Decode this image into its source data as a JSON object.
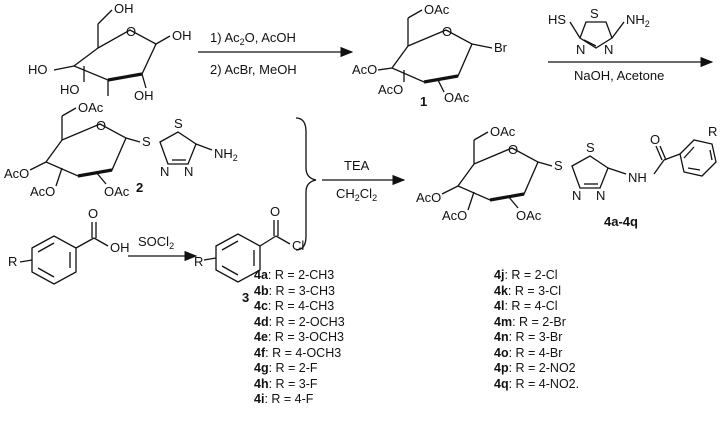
{
  "step1": {
    "cond_top": "1) Ac2O, AcOH",
    "cond_bottom": "2) AcBr, MeOH"
  },
  "step2": {
    "cond_bottom": "NaOH, Acetone"
  },
  "step3": {
    "reagent": "SOCl2"
  },
  "step4": {
    "cond_top": "TEA",
    "cond_bottom": "CH2Cl2"
  },
  "compounds": {
    "c1": {
      "label": "1"
    },
    "c2": {
      "label": "2"
    },
    "c3": {
      "label": "3"
    },
    "c4": {
      "label": "4a-4q"
    }
  },
  "substituents": {
    "left": [
      {
        "id": "4a",
        "eq": ": R = 2-CH3"
      },
      {
        "id": "4b",
        "eq": ": R = 3-CH3"
      },
      {
        "id": "4c",
        "eq": ": R = 4-CH3"
      },
      {
        "id": "4d",
        "eq": ": R = 2-OCH3"
      },
      {
        "id": "4e",
        "eq": ": R = 3-OCH3"
      },
      {
        "id": "4f",
        "eq": ": R = 4-OCH3"
      },
      {
        "id": "4g",
        "eq": ": R = 2-F"
      },
      {
        "id": "4h",
        "eq": ": R = 3-F"
      },
      {
        "id": "4i",
        "eq": ": R = 4-F"
      }
    ],
    "right": [
      {
        "id": "4j",
        "eq": ": R = 2-Cl"
      },
      {
        "id": "4k",
        "eq": ": R = 3-Cl"
      },
      {
        "id": "4l",
        "eq": ": R = 4-Cl"
      },
      {
        "id": "4m",
        "eq": ": R = 2-Br"
      },
      {
        "id": "4n",
        "eq": ": R = 3-Br"
      },
      {
        "id": "4o",
        "eq": ": R = 4-Br"
      },
      {
        "id": "4p",
        "eq": ": R = 2-NO2"
      },
      {
        "id": "4q",
        "eq": ": R = 4-NO2."
      }
    ]
  },
  "atoms": {
    "OH": "OH",
    "HO": "HO",
    "O": "O",
    "OAc": "OAc",
    "AcO": "AcO",
    "Br": "Br",
    "S": "S",
    "N": "N",
    "NH2": "NH2",
    "NH": "NH",
    "HS": "HS",
    "R": "R",
    "Cl": "Cl"
  }
}
